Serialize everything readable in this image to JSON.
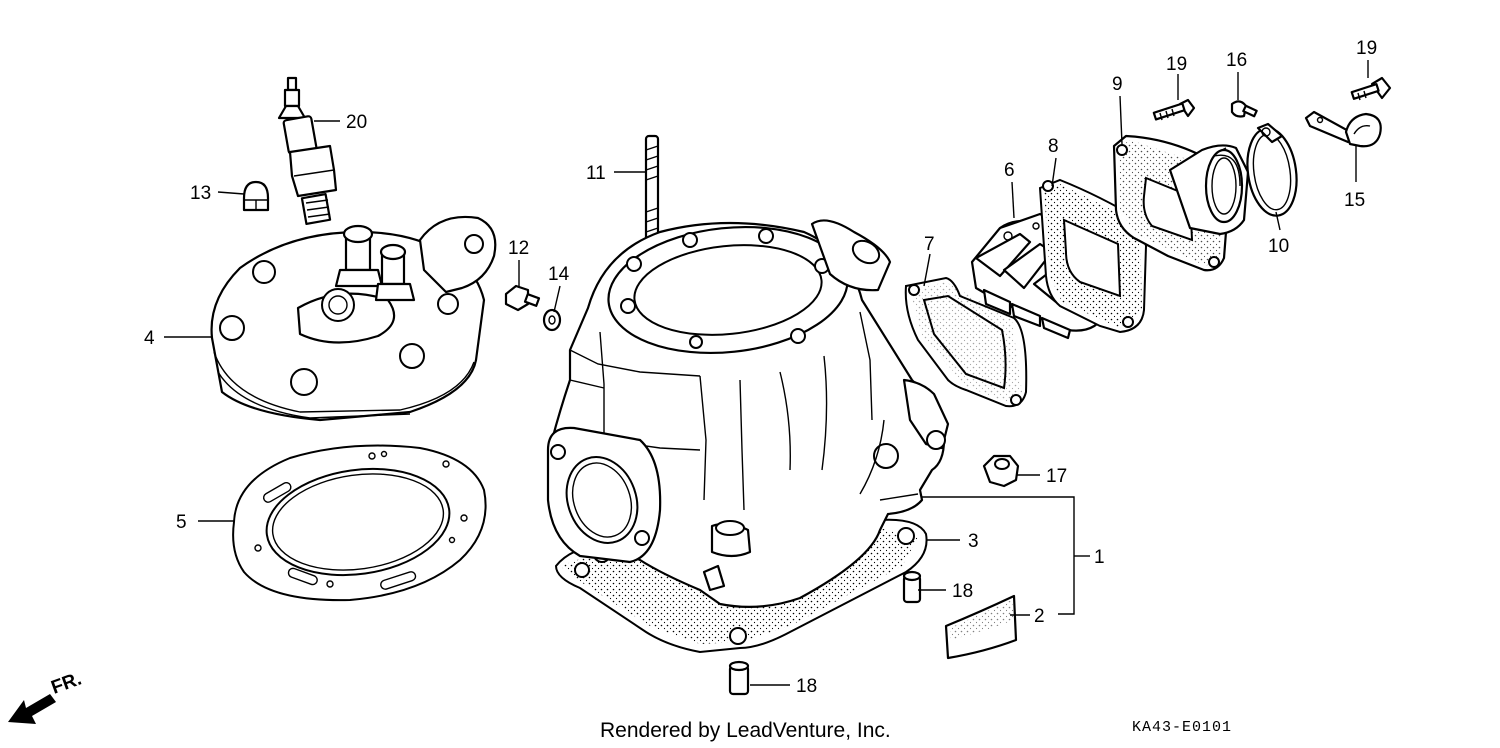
{
  "callouts": {
    "c1": "1",
    "c2": "2",
    "c3": "3",
    "c4": "4",
    "c5": "5",
    "c6": "6",
    "c7": "7",
    "c8": "8",
    "c9": "9",
    "c10": "10",
    "c11": "11",
    "c12": "12",
    "c13": "13",
    "c14": "14",
    "c15": "15",
    "c16": "16",
    "c17": "17",
    "c18a": "18",
    "c18b": "18",
    "c19a": "19",
    "c19b": "19",
    "c20": "20"
  },
  "front_marker": "FR.",
  "footer": {
    "rendered_by": "Rendered by LeadVenture, Inc.",
    "diagram_code": "KA43-E0101"
  }
}
